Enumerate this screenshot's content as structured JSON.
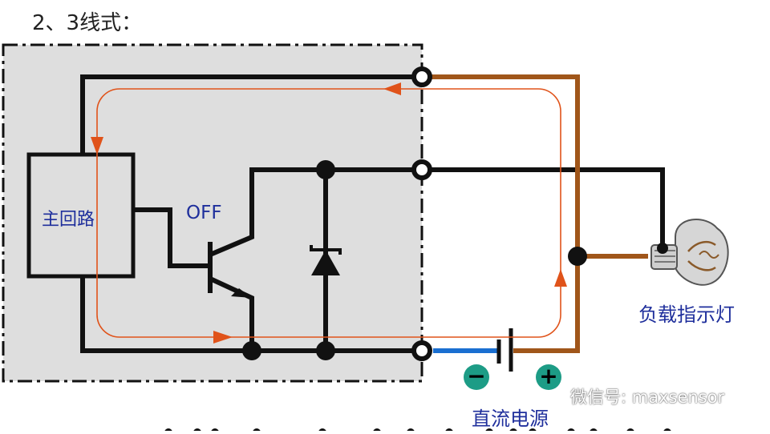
{
  "heading": "2、3线式：",
  "labels": {
    "main_circuit": "主回路",
    "state": "OFF",
    "load": "负载指示灯",
    "dc_source": "直流电源"
  },
  "polarity": {
    "negative": "−",
    "positive": "+"
  },
  "watermark": "微信号: maxsensor",
  "colors": {
    "wire": "#111111",
    "brown_wire": "#a0561a",
    "blue_wire": "#1a6fd1",
    "current_path": "#e0531a",
    "sensor_box": "#dedede",
    "label_text": "#1f2f9c",
    "polarity_badge": "#1d9c86"
  },
  "icons": [
    "transistor-icon",
    "diode-icon",
    "lamp-icon",
    "battery-icon",
    "wechat-icon"
  ]
}
